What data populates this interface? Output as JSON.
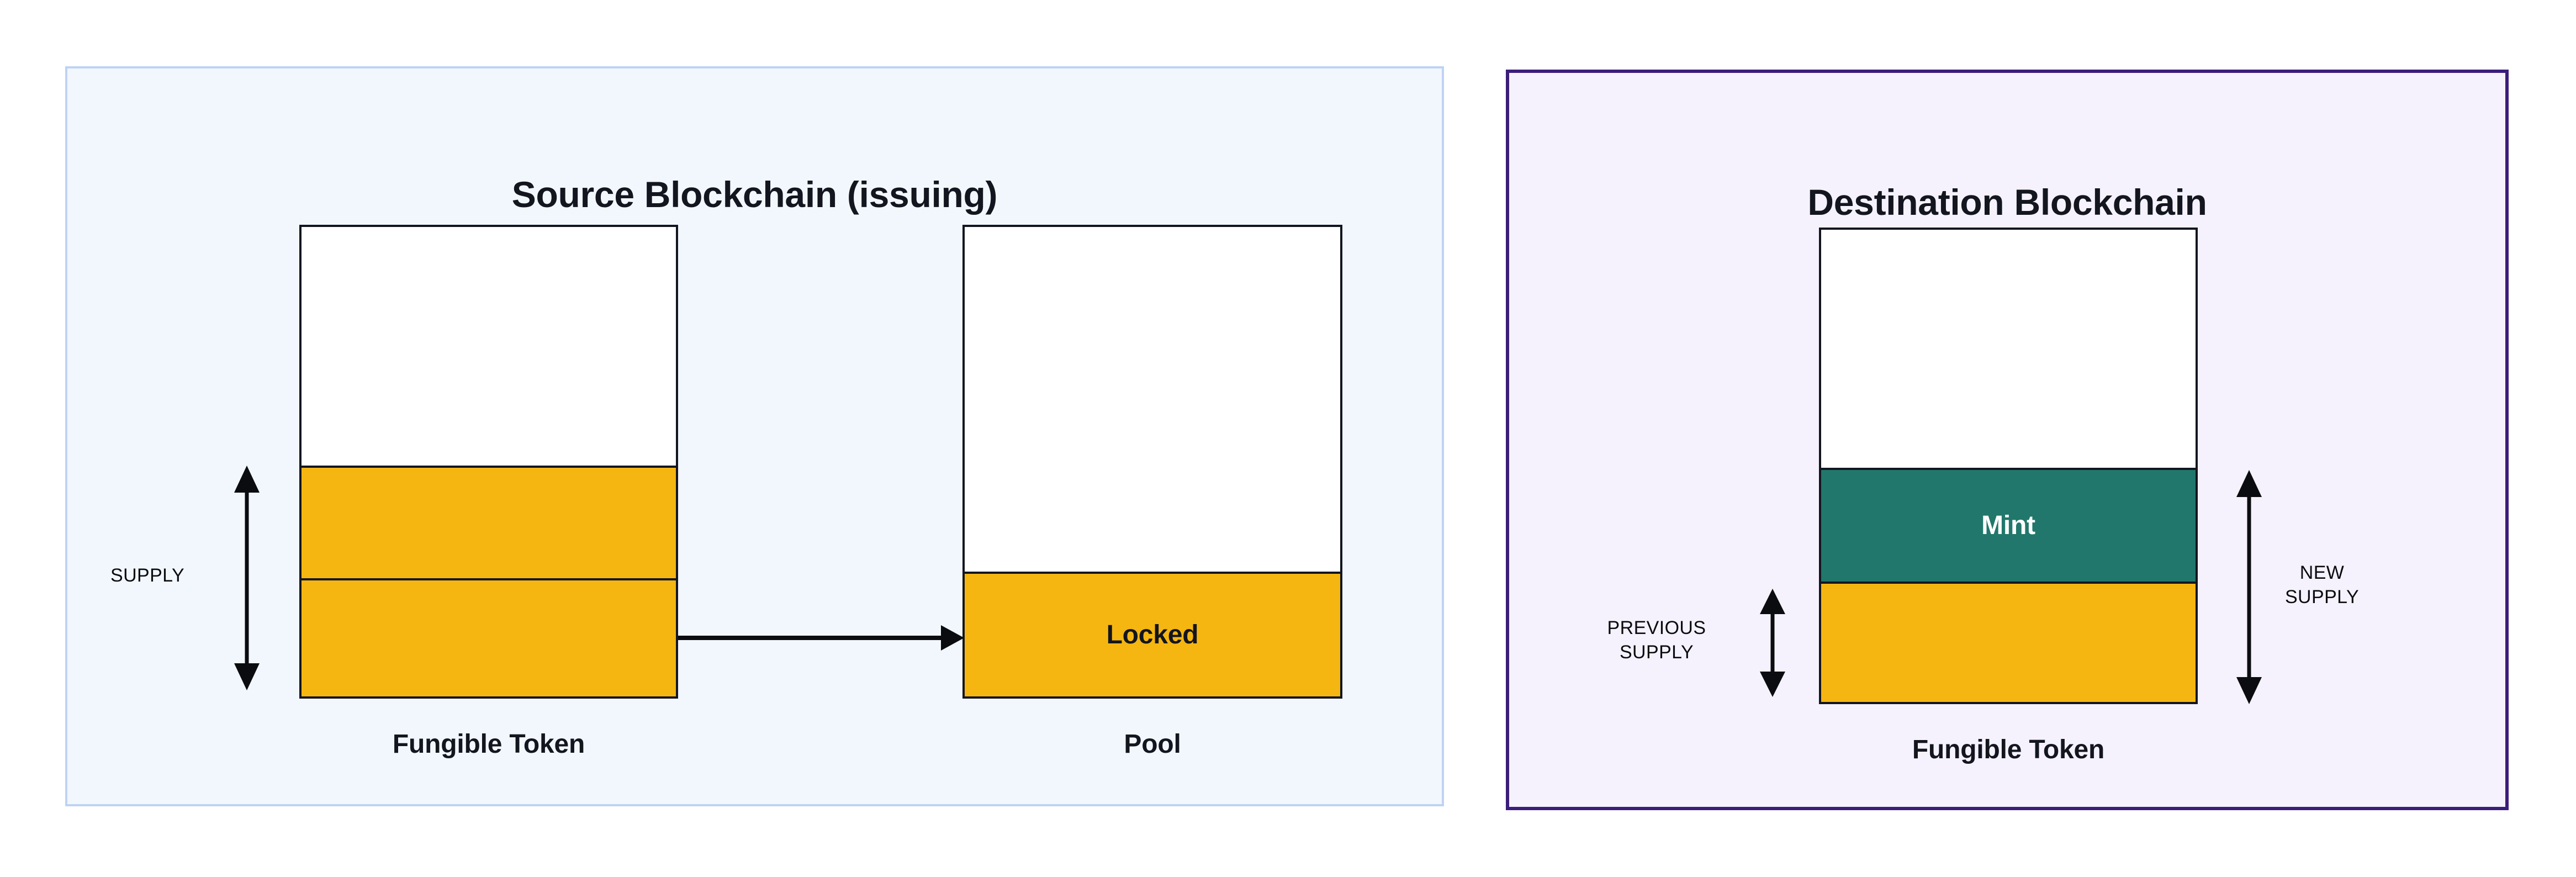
{
  "diagram": {
    "title_semantic": "token-bridge-lock-and-mint",
    "background_color": "#ffffff"
  },
  "panels": {
    "source": {
      "title": "Source Blockchain (issuing)",
      "background_color": "#f2f7fe",
      "border_color": "#bed3f4"
    },
    "destination": {
      "title": "Destination Blockchain",
      "background_color": "#f5f2fd",
      "border_color": "#3b1d7a"
    }
  },
  "boxes": {
    "source_token": {
      "caption": "Fungible Token",
      "segments": [
        {
          "name": "unused",
          "label": "",
          "color": "#ffffff"
        },
        {
          "name": "supply-upper",
          "label": "",
          "color": "#f5b611"
        },
        {
          "name": "supply-lower",
          "label": "",
          "color": "#f5b611"
        }
      ]
    },
    "pool": {
      "caption": "Pool",
      "segments": [
        {
          "name": "empty",
          "label": "",
          "color": "#ffffff"
        },
        {
          "name": "locked",
          "label": "Locked",
          "color": "#f5b611"
        }
      ]
    },
    "destination_token": {
      "caption": "Fungible Token",
      "segments": [
        {
          "name": "headroom",
          "label": "",
          "color": "#ffffff"
        },
        {
          "name": "mint",
          "label": "Mint",
          "color": "#21776b"
        },
        {
          "name": "previous-supply",
          "label": "",
          "color": "#f5b611"
        }
      ]
    }
  },
  "measures": {
    "supply": "SUPPLY",
    "previous_supply": "PREVIOUS\nSUPPLY",
    "new_supply": "NEW\nSUPPLY"
  },
  "colors": {
    "yellow": "#f5b611",
    "teal": "#21776b",
    "stroke": "#13151f",
    "text": "#13151f",
    "source_panel_bg": "#f2f7fe",
    "source_panel_border": "#bed3f4",
    "dest_panel_bg": "#f5f2fd",
    "dest_panel_border": "#3b1d7a"
  }
}
